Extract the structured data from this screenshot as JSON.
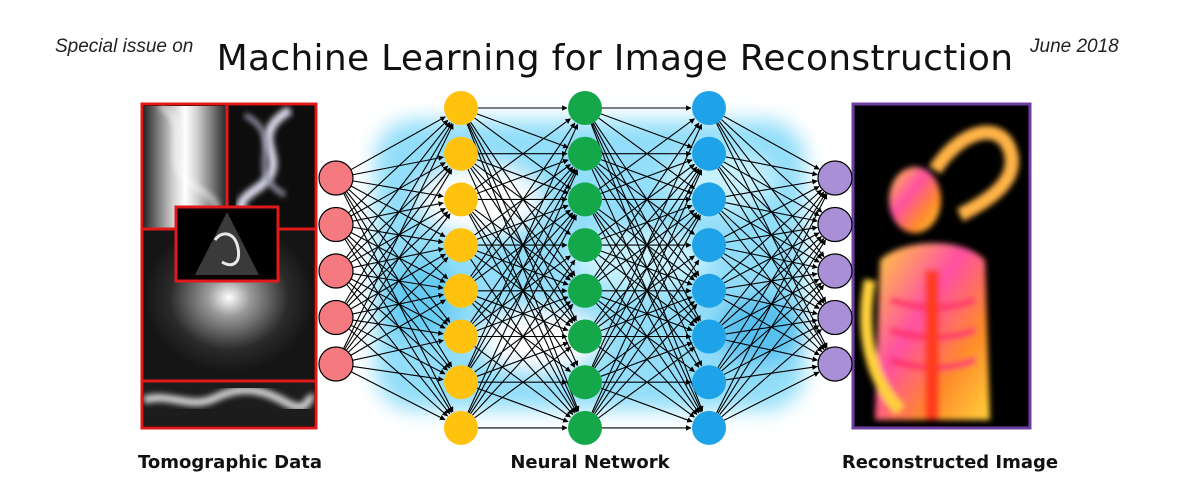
{
  "header": {
    "left_note": "Special issue on",
    "title": "Machine Learning for Image Reconstruction",
    "right_note": "June 2018"
  },
  "captions": {
    "left": "Tomographic Data",
    "middle": "Neural Network",
    "right": "Reconstructed Image"
  },
  "network": {
    "layers": [
      {
        "name": "input",
        "nodes": 5,
        "color": "#f47a7f"
      },
      {
        "name": "hidden-1",
        "nodes": 8,
        "color": "#ffc20e"
      },
      {
        "name": "hidden-2",
        "nodes": 8,
        "color": "#14a84a"
      },
      {
        "name": "hidden-3",
        "nodes": 8,
        "color": "#1fa3e8"
      },
      {
        "name": "output",
        "nodes": 5,
        "color": "#a98fd6"
      }
    ]
  },
  "colors": {
    "data_frame": "#e0191b",
    "output_frame": "#6e3fa3",
    "background_glow": "#5fd0f5"
  }
}
